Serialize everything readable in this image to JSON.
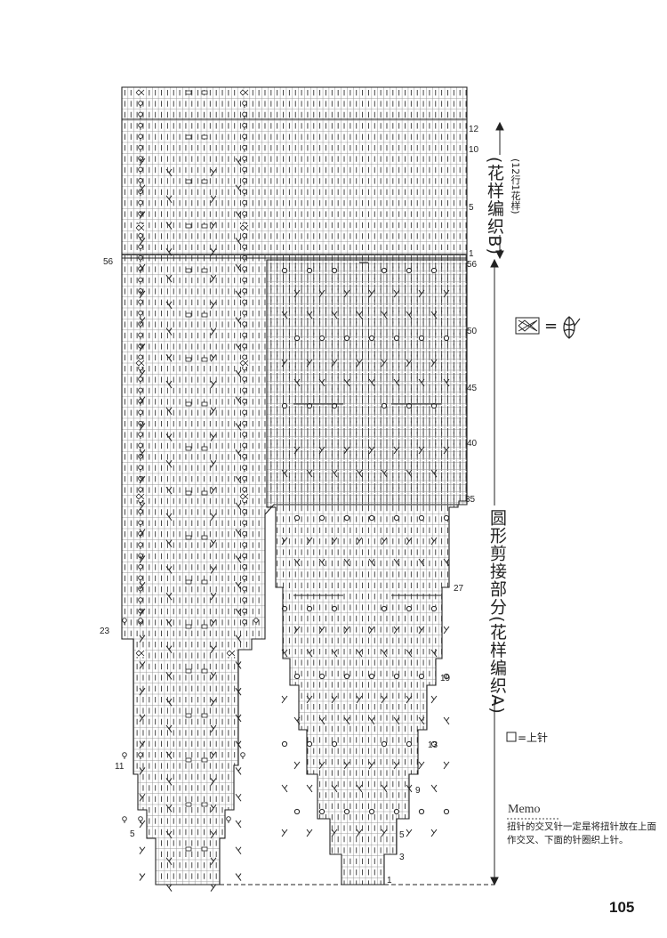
{
  "section_b": {
    "label": "(花样编织B)",
    "repeat_note": "(12行1花样)",
    "row_marks": [
      "12",
      "10",
      "5",
      "1"
    ]
  },
  "section_a": {
    "label": "圆形剪接部分(花样编织A)",
    "row_marks": [
      "56",
      "50",
      "45",
      "40",
      "35",
      "27",
      "19",
      "13",
      "9",
      "5",
      "3",
      "1"
    ]
  },
  "left_row_marks": [
    "56",
    "23",
    "11",
    "5"
  ],
  "legend": {
    "cable_equals": "=",
    "knit_symbol": "□",
    "knit_label": "=上针"
  },
  "memo": {
    "title": "Memo",
    "text": "扭针的交叉针一定是将扭针放在上面作交叉、下面的针圈织上针。"
  },
  "page_number": "105"
}
